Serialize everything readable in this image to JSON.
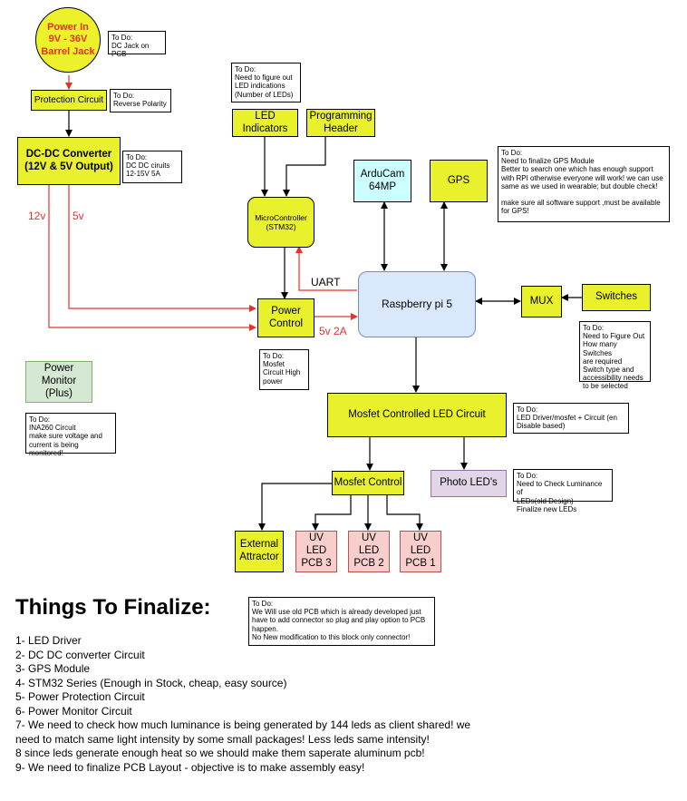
{
  "blocks": {
    "power_in": "Power In\n9V - 36V\nBarrel Jack",
    "protection": "Protection Circuit",
    "dcdc": "DC-DC Converter\n(12V & 5V Output)",
    "led_ind": "LED\nIndicators",
    "prog_header": "Programming\nHeader",
    "mcu": "MicroController\n(STM32)",
    "arducam": "ArduCam\n64MP",
    "gps": "GPS",
    "rpi": "Raspberry pi 5",
    "mux": "MUX",
    "switches": "Switches",
    "power_control": "Power\nControl",
    "power_monitor": "Power\nMonitor\n(Plus)",
    "mosfet_led": "Mosfet Controlled LED Circuit",
    "photo_leds": "Photo LED's",
    "mosfet_control": "Mosfet Control",
    "ext_attractor": "External\nAttractor",
    "uv3": "UV\nLED\nPCB 3",
    "uv2": "UV\nLED\nPCB 2",
    "uv1": "UV\nLED\nPCB 1"
  },
  "labels": {
    "v12": "12v",
    "v5": "5v",
    "uart": "UART",
    "v5_2a": "5v 2A"
  },
  "notes": {
    "dc_jack": "To Do:\nDC Jack on PCB",
    "reverse": "To Do:\nReverse Polarity",
    "dcdc": "To Do:\nDC DC ciruits\n12-15V 5A",
    "led_ind": "To Do:\nNeed to figure out\nLED indications\n(Number of LEDs)",
    "gps": "To Do:\nNeed to finalize GPS Module\nBetter to search one which has enough support\nwith RPI otherwise everyone will work! we can use\nsame as we used in wearable; but double check!\n\nmake sure all software support ,must be available\nfor GPS!",
    "mosfet_power": "To Do:\nMosfet\nCircuit  High\npower",
    "switches": "To Do:\nNeed to Figure Out\nHow many Switches\nare required\nSwitch type and\naccessibility needs\nto be selected",
    "ina260": "To Do:\nINA260 Circuit\nmake sure voltage and\ncurrent is being monitored!",
    "led_driver": "To Do:\nLED Driver/mosfet + Circuit (en\nDisable based)",
    "photo": "To Do:\nNeed to Check Luminance of\nLEDs(old Design)\nFinalize new LEDs",
    "uv_pcb": "To Do:\nWe Will use old  PCB which is already developed just\nhave to add connector so plug and play option to PCB\nhappen.\nNo New modification to this block only connector!"
  },
  "finalize": {
    "title": "Things To Finalize:",
    "items": [
      "1- LED Driver",
      "2- DC DC converter Circuit",
      "3- GPS Module",
      "4- STM32 Series (Enough in Stock, cheap, easy source)",
      "5- Power Protection Circuit",
      "6- Power Monitor Circuit",
      "7- We need to check how much luminance is being generated by 144 leds as client shared! we",
      "need to match same light intensity by some small packages! Less leds same intensity!",
      "8 since leds generate enough heat so we should make them saperate aluminum pcb!",
      "9- We need to finalize PCB Layout - objective is to make assembly easy!"
    ]
  },
  "colors": {
    "yellow": "#e8f12b",
    "red_wire": "#e8302a",
    "power_in_fill": "#ecf12b",
    "cyan": "#ccffff",
    "blue": "#dae8fc",
    "green": "#d5e8d4",
    "purple": "#e1d5e7",
    "pink": "#f8cecc"
  }
}
